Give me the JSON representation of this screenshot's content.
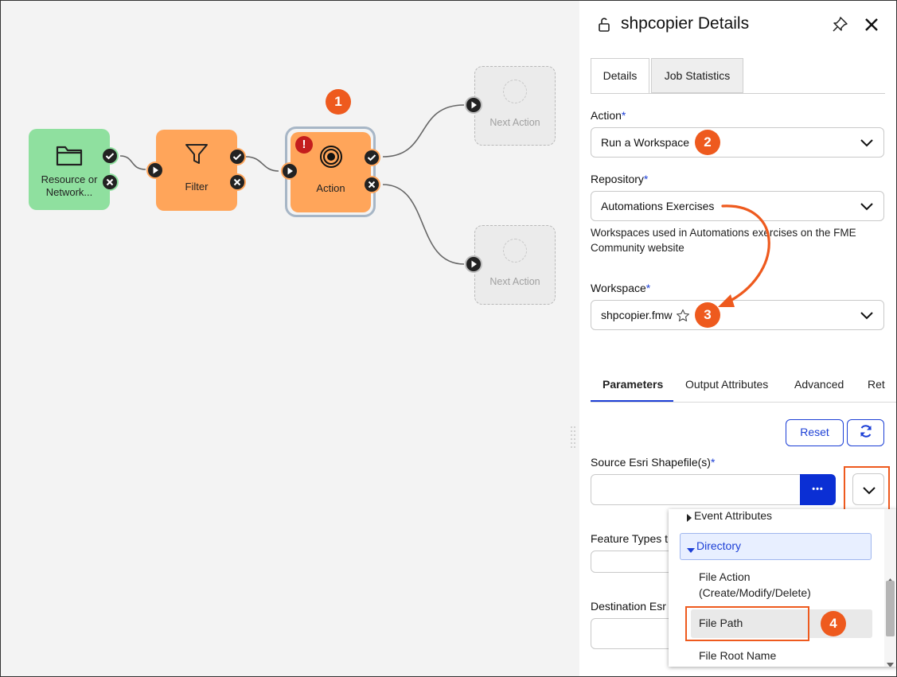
{
  "canvas": {
    "nodes": {
      "resource": {
        "label_line1": "Resource or",
        "label_line2": "Network...",
        "icon": "folder-icon",
        "color": "#8fe09f"
      },
      "filter": {
        "label": "Filter",
        "icon": "funnel-icon",
        "color": "#ffa55a"
      },
      "action": {
        "label": "Action",
        "icon": "target-icon",
        "error": "!"
      },
      "next_top": {
        "label": "Next Action"
      },
      "next_bottom": {
        "label": "Next Action"
      }
    },
    "badge_1": "1"
  },
  "panel": {
    "title": "shpcopier Details",
    "tabs": [
      "Details",
      "Job Statistics"
    ],
    "action": {
      "label": "Action",
      "required_mark": "*",
      "value": "Run a Workspace",
      "badge": "2"
    },
    "repository": {
      "label": "Repository",
      "required_mark": "*",
      "value": "Automations Exercises",
      "help": "Workspaces used in Automations exercises on the FME Community website"
    },
    "workspace": {
      "label": "Workspace",
      "required_mark": "*",
      "value": "shpcopier.fmw",
      "badge": "3"
    },
    "subtabs": [
      "Parameters",
      "Output Attributes",
      "Advanced",
      "Ret"
    ],
    "reset_label": "Reset",
    "refresh_icon": "refresh-icon",
    "source": {
      "label": "Source Esri Shapefile(s)",
      "required_mark": "*",
      "browse_label": "•••"
    },
    "feature_types_label": "Feature Types t",
    "destination_label": "Destination Esr",
    "dropdown": {
      "event_attributes": "Event Attributes",
      "directory": "Directory",
      "items": [
        "File Action\n(Create/Modify/Delete)",
        "File Path",
        "File Root Name"
      ],
      "file_action_line1": "File Action",
      "file_action_line2": "(Create/Modify/Delete)",
      "file_path": "File Path",
      "file_root_name": "File Root Name",
      "badge": "4"
    }
  },
  "colors": {
    "accent": "#1c3fd6",
    "callout": "#ee5a1e",
    "error": "#c41d1d"
  }
}
